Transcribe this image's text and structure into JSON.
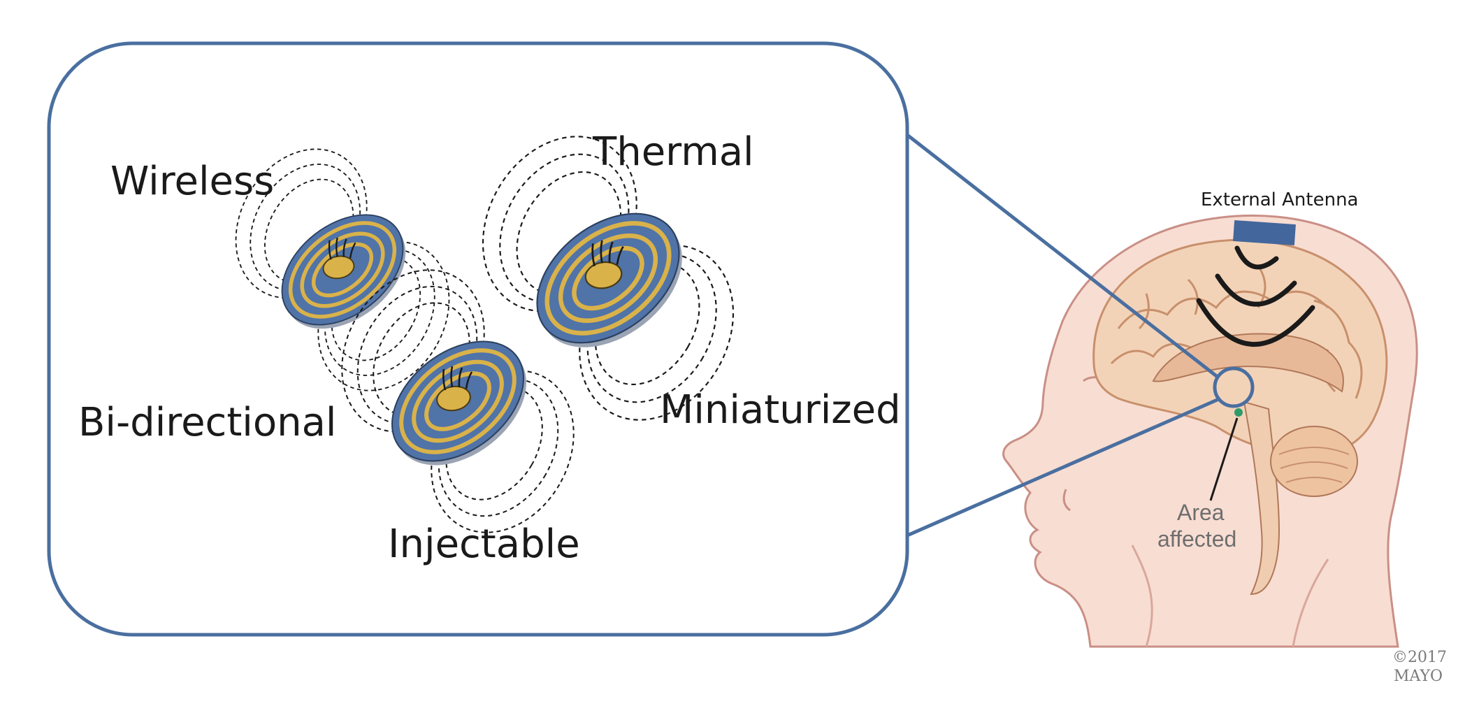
{
  "labels": {
    "wireless": "Wireless",
    "thermal": "Thermal",
    "bidirectional": "Bi-directional",
    "miniaturized": "Miniaturized",
    "injectable": "Injectable",
    "external_antenna": "External Antenna",
    "area_affected_line1": "Area",
    "area_affected_line2": "affected",
    "copyright_line1": "©2017",
    "copyright_line2": "MAYO"
  },
  "colors": {
    "frame": "#4a6fa0",
    "implant_body": "#5073a8",
    "coil": "#d9b24a",
    "antenna": "#43679c",
    "skin": "#f8ddd2",
    "brain": "#f3d3b8",
    "wave": "#1a1a1a"
  },
  "icons": {
    "implant": "spiral-coil-implant-icon",
    "antenna": "external-antenna-icon",
    "waves": "wireless-wave-icon"
  }
}
